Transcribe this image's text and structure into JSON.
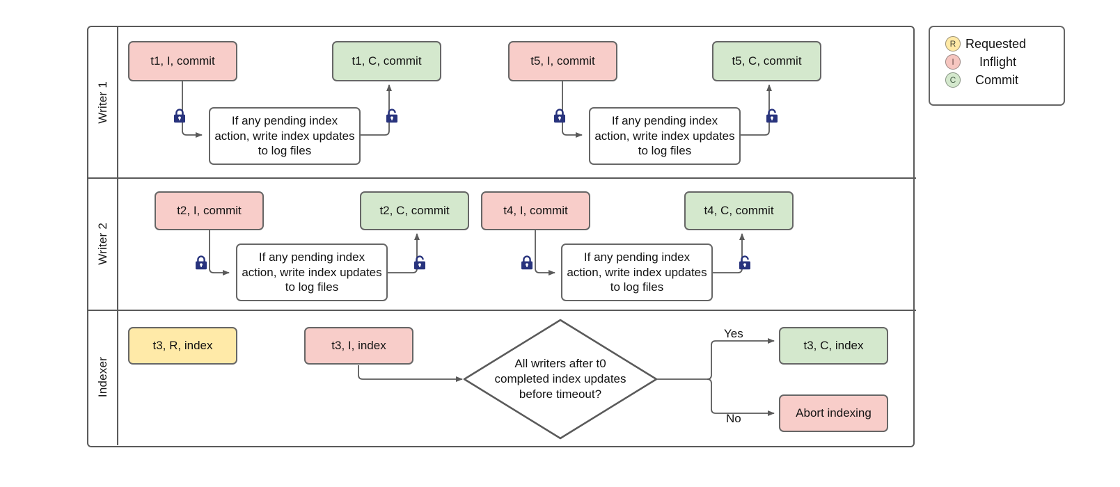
{
  "diagram": {
    "title": "Writer / Indexer concurrent index-update swimlane",
    "colors": {
      "inflight": "#f8cdc9",
      "commit": "#d4e8cd",
      "requested": "#ffeaa8",
      "stroke": "#666666",
      "lane_stroke": "#5a5a5a",
      "lock": "#28337d",
      "text": "#131313"
    }
  },
  "lanes": [
    {
      "label": "Writer 1"
    },
    {
      "label": "Writer 2"
    },
    {
      "label": "Indexer"
    }
  ],
  "writer1": {
    "start_1": "t1, I, commit",
    "end_1": "t1, C, commit",
    "action_1": "If any pending index action, write index updates to log files",
    "start_2": "t5, I, commit",
    "end_2": "t5, C, commit",
    "action_2": "If any pending index action, write index updates to log files"
  },
  "writer2": {
    "start_1": "t2, I, commit",
    "end_1": "t2, C, commit",
    "action_1": "If any pending index action, write index updates to log files",
    "start_2": "t4, I, commit",
    "end_2": "t4, C, commit",
    "action_2": "If any pending index action, write index updates to log files"
  },
  "indexer": {
    "requested": "t3, R, index",
    "inflight": "t3, I, index",
    "decision": "All writers after t0 completed index updates before timeout?",
    "yes_label": "Yes",
    "no_label": "No",
    "yes_target": "t3, C, index",
    "no_target": "Abort indexing"
  },
  "icons": {
    "lock_closed": "lock-closed-icon",
    "lock_open": "lock-open-icon"
  },
  "legend": {
    "items": [
      {
        "badge": "R",
        "label": "Requested"
      },
      {
        "badge": "I",
        "label": "Inflight"
      },
      {
        "badge": "C",
        "label": "Commit"
      }
    ]
  }
}
